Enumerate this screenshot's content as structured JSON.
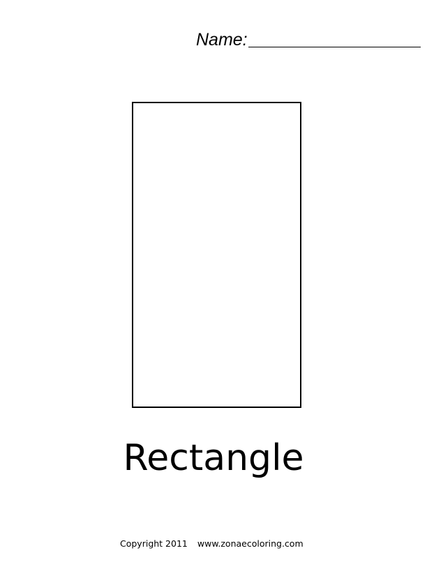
{
  "worksheet": {
    "name_label": "Name:",
    "shape_name": "Rectangle",
    "copyright": "Copyright 2011",
    "website": "www.zonaecoloring.com"
  }
}
